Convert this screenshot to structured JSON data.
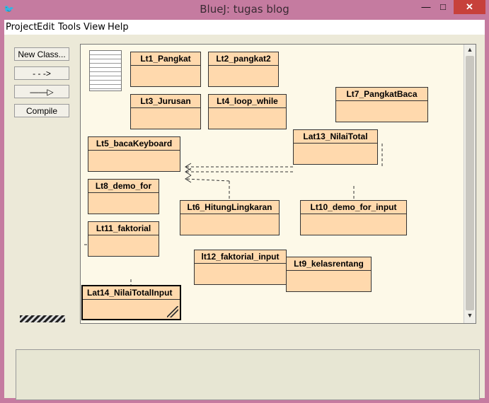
{
  "window": {
    "app_icon": "bluej-bird-icon",
    "title": "BlueJ:  tugas blog",
    "controls": {
      "minimize": "—",
      "maximize": "□",
      "close": "✕"
    }
  },
  "menu": [
    "Project",
    "Edit",
    "Tools",
    "View",
    "Help"
  ],
  "toolbar": {
    "new_class": "New Class...",
    "dependency_arrow": "- - ->",
    "inheritance_arrow": "——▷",
    "compile": "Compile"
  },
  "classes": [
    "Lt1_Pangkat",
    "Lt2_pangkat2",
    "Lt3_Jurusan",
    "Lt4_loop_while",
    "Lt7_PangkatBaca",
    "Lt5_bacaKeyboard",
    "Lat13_NilaiTotal",
    "Lt8_demo_for",
    "Lt6_HitungLingkaran",
    "Lt10_demo_for_input",
    "Lt11_faktorial",
    "lt12_faktorial_input",
    "Lt9_kelasrentang",
    "Lat14_NilaiTotalInput"
  ],
  "scroll": {
    "up": "▲",
    "down": "▼"
  }
}
